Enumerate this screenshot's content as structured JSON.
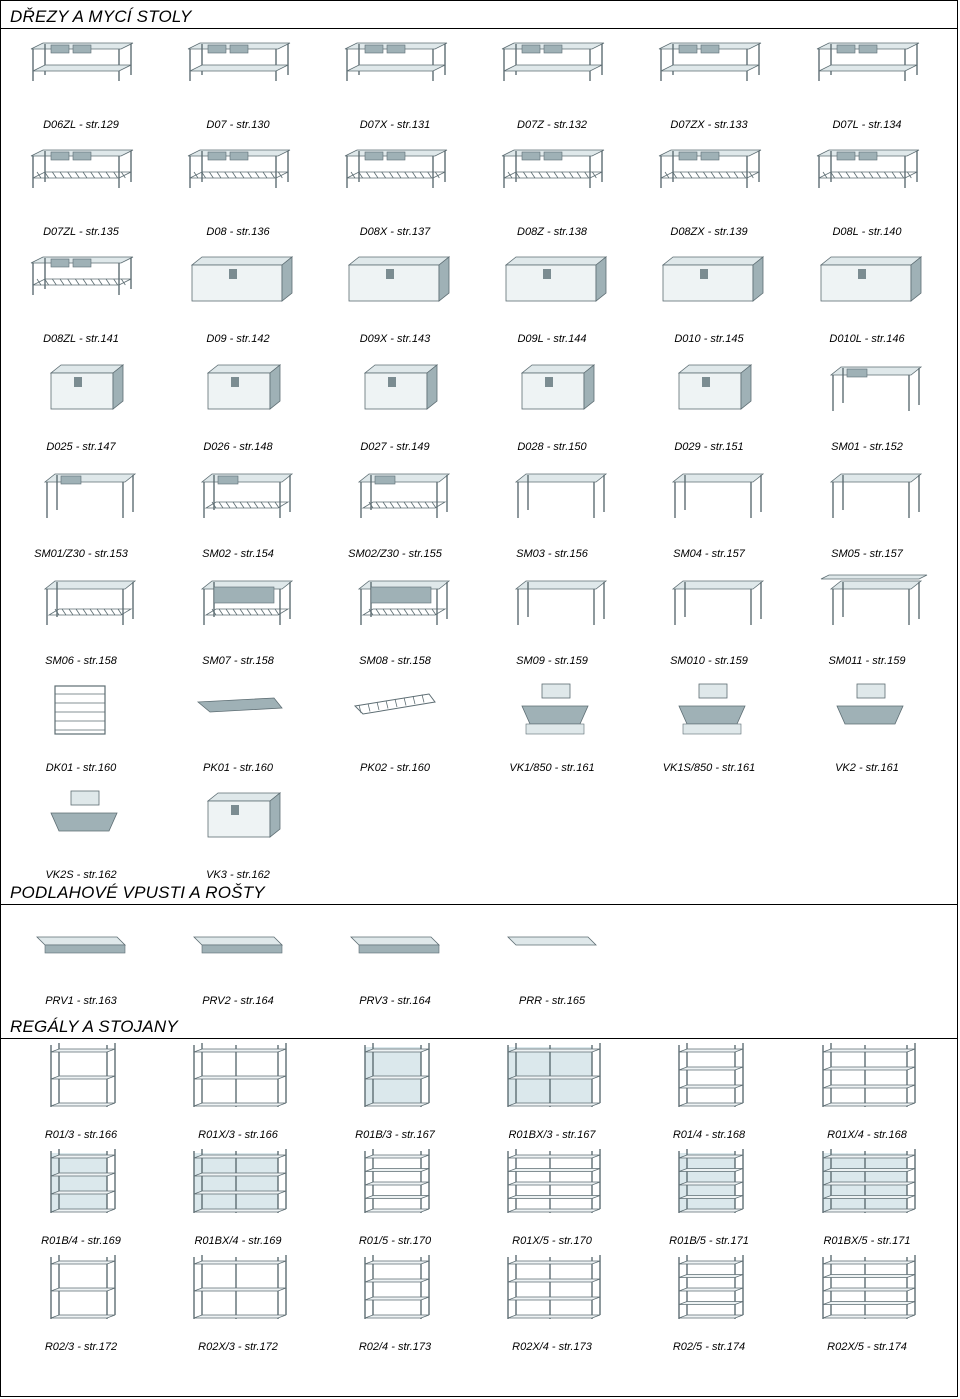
{
  "sections": [
    {
      "title": "DŘEZY A MYCÍ STOLY",
      "items": [
        {
          "label": "D06ZL - str.129",
          "kind": "sink"
        },
        {
          "label": "D07 - str.130",
          "kind": "sink"
        },
        {
          "label": "D07X - str.131",
          "kind": "sink"
        },
        {
          "label": "D07Z - str.132",
          "kind": "sink"
        },
        {
          "label": "D07ZX - str.133",
          "kind": "sink"
        },
        {
          "label": "D07L - str.134",
          "kind": "sink"
        },
        {
          "label": "D07ZL - str.135",
          "kind": "sink-grid"
        },
        {
          "label": "D08 - str.136",
          "kind": "sink-grid"
        },
        {
          "label": "D08X - str.137",
          "kind": "sink-grid"
        },
        {
          "label": "D08Z - str.138",
          "kind": "sink-grid"
        },
        {
          "label": "D08ZX - str.139",
          "kind": "sink-grid"
        },
        {
          "label": "D08L - str.140",
          "kind": "sink-grid"
        },
        {
          "label": "D08ZL - str.141",
          "kind": "sink-grid"
        },
        {
          "label": "D09 - str.142",
          "kind": "cabinet"
        },
        {
          "label": "D09X - str.143",
          "kind": "cabinet"
        },
        {
          "label": "D09L - str.144",
          "kind": "cabinet"
        },
        {
          "label": "D010 - str.145",
          "kind": "cabinet"
        },
        {
          "label": "D010L - str.146",
          "kind": "cabinet"
        },
        {
          "label": "D025 - str.147",
          "kind": "cabinet-small"
        },
        {
          "label": "D026 - str.148",
          "kind": "cabinet-small"
        },
        {
          "label": "D027 - str.149",
          "kind": "cabinet-small"
        },
        {
          "label": "D028 - str.150",
          "kind": "cabinet-small"
        },
        {
          "label": "D029 - str.151",
          "kind": "cabinet-small"
        },
        {
          "label": "SM01 - str.152",
          "kind": "table-sink"
        },
        {
          "label": "SM01/Z30 - str.153",
          "kind": "table-sink"
        },
        {
          "label": "SM02 - str.154",
          "kind": "table-sink-shelf"
        },
        {
          "label": "SM02/Z30 - str.155",
          "kind": "table-sink-shelf"
        },
        {
          "label": "SM03 - str.156",
          "kind": "table"
        },
        {
          "label": "SM04 - str.157",
          "kind": "table"
        },
        {
          "label": "SM05 - str.157",
          "kind": "table"
        },
        {
          "label": "SM06 - str.158",
          "kind": "table-grid"
        },
        {
          "label": "SM07 - str.158",
          "kind": "table-basin"
        },
        {
          "label": "SM08 - str.158",
          "kind": "table-basin"
        },
        {
          "label": "SM09 - str.159",
          "kind": "table"
        },
        {
          "label": "SM010 - str.159",
          "kind": "table"
        },
        {
          "label": "SM011 - str.159",
          "kind": "table-top"
        },
        {
          "label": "DK01 - str.160",
          "kind": "rack"
        },
        {
          "label": "PK01 - str.160",
          "kind": "plate"
        },
        {
          "label": "PK02 - str.160",
          "kind": "slats"
        },
        {
          "label": "VK1/850 - str.161",
          "kind": "washbasin"
        },
        {
          "label": "VK1S/850 - str.161",
          "kind": "washbasin"
        },
        {
          "label": "VK2 - str.161",
          "kind": "handbasin"
        },
        {
          "label": "VK2S - str.162",
          "kind": "handbasin"
        },
        {
          "label": "VK3 - str.162",
          "kind": "cabinet-small"
        }
      ]
    },
    {
      "title": "PODLAHOVÉ VPUSTI A ROŠTY",
      "items": [
        {
          "label": "PRV1 - str.163",
          "kind": "gutter"
        },
        {
          "label": "PRV2 - str.164",
          "kind": "gutter"
        },
        {
          "label": "PRV3 - str.164",
          "kind": "gutter"
        },
        {
          "label": "PRR - str.165",
          "kind": "grate"
        }
      ]
    },
    {
      "title": "REGÁLY A STOJANY",
      "items": [
        {
          "label": "R01/3 - str.166",
          "kind": "shelf3"
        },
        {
          "label": "R01X/3 - str.166",
          "kind": "shelf3w"
        },
        {
          "label": "R01B/3 - str.167",
          "kind": "shelf3b"
        },
        {
          "label": "R01BX/3 - str.167",
          "kind": "shelf3bw"
        },
        {
          "label": "R01/4 - str.168",
          "kind": "shelf4"
        },
        {
          "label": "R01X/4 - str.168",
          "kind": "shelf4w"
        },
        {
          "label": "R01B/4 - str.169",
          "kind": "shelf4b"
        },
        {
          "label": "R01BX/4 - str.169",
          "kind": "shelf4bw"
        },
        {
          "label": "R01/5 - str.170",
          "kind": "shelf5"
        },
        {
          "label": "R01X/5 - str.170",
          "kind": "shelf5w"
        },
        {
          "label": "R01B/5 - str.171",
          "kind": "shelf5b"
        },
        {
          "label": "R01BX/5 - str.171",
          "kind": "shelf5bw"
        },
        {
          "label": "R02/3 - str.172",
          "kind": "shelf3"
        },
        {
          "label": "R02X/3 - str.172",
          "kind": "shelf3w"
        },
        {
          "label": "R02/4 - str.173",
          "kind": "shelf4"
        },
        {
          "label": "R02X/4 - str.173",
          "kind": "shelf4w"
        },
        {
          "label": "R02/5 - str.174",
          "kind": "shelf5"
        },
        {
          "label": "R02X/5 - str.174",
          "kind": "shelf5w"
        }
      ]
    }
  ]
}
